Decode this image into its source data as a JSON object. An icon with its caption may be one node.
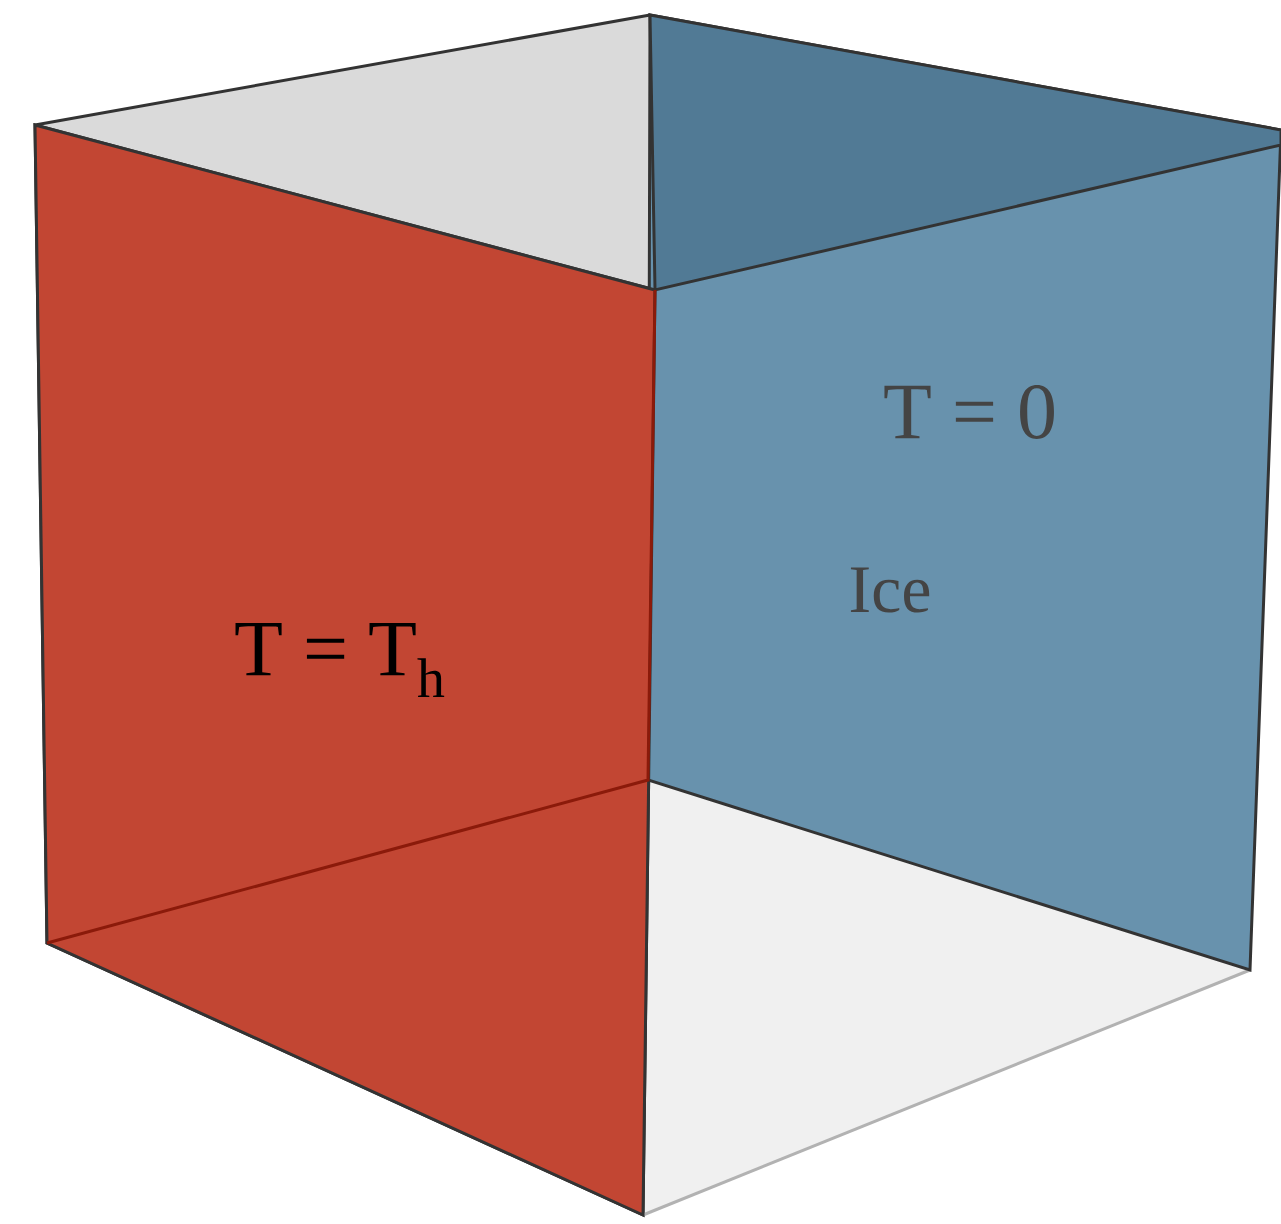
{
  "diagram": {
    "nodes": [
      {
        "text": [
          "T = T$_{h}$"
        ]
      },
      {
        "text": [
          "T = 0",
          "Ice"
        ]
      }
    ]
  }
}
